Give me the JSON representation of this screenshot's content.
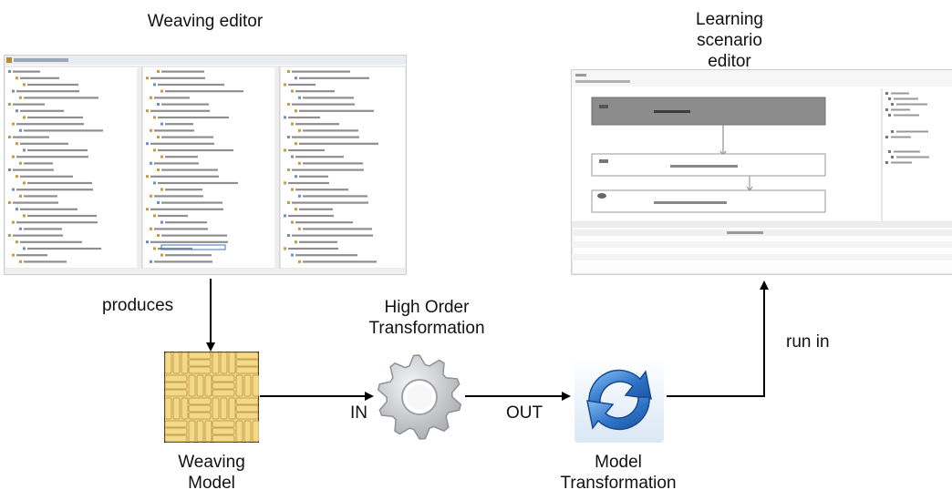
{
  "labels": {
    "weaving_editor": "Weaving editor",
    "learning_editor_line1": "Learning",
    "learning_editor_line2": "scenario",
    "learning_editor_line3": "editor",
    "produces": "produces",
    "hot_line1": "High Order",
    "hot_line2": "Transformation",
    "in": "IN",
    "out": "OUT",
    "run_in": "run in",
    "weaving_model_line1": "Weaving",
    "weaving_model_line2": "Model",
    "model_transformation_line1": "Model",
    "model_transformation_line2": "Transformation"
  },
  "icons": {
    "weaving_model": "woven-fabric-icon",
    "hot": "gear-icon",
    "model_transformation": "refresh-arrows-icon"
  },
  "colors": {
    "weave_light": "#f3d98a",
    "weave_dark": "#c9a44a",
    "gear": "#c8cacc",
    "refresh_blue": "#2f74c9",
    "scenario_active": "#8c8c8c"
  }
}
